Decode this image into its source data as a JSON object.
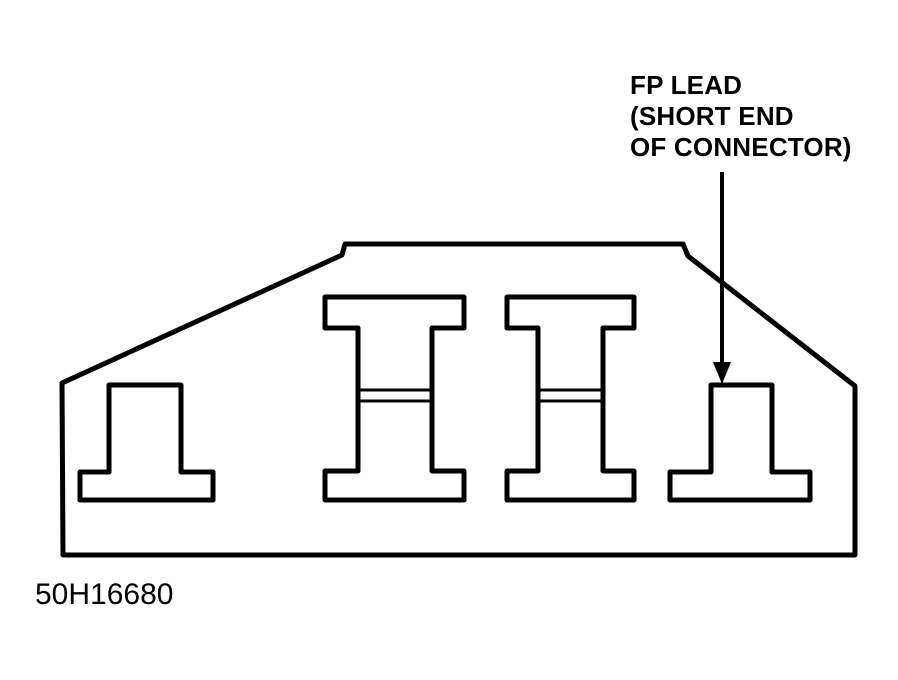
{
  "diagram": {
    "callout": {
      "lines": [
        "FP LEAD",
        "(SHORT END",
        "OF CONNECTOR)"
      ]
    },
    "figure_id": "50H16680",
    "terminals": [
      {
        "name": "left-short-terminal",
        "shape": "inverted-t"
      },
      {
        "name": "center-left-terminal",
        "shape": "i-beam"
      },
      {
        "name": "center-right-terminal",
        "shape": "i-beam"
      },
      {
        "name": "right-short-terminal",
        "shape": "inverted-t"
      }
    ],
    "colors": {
      "line": "#000000",
      "background": "#ffffff"
    }
  }
}
